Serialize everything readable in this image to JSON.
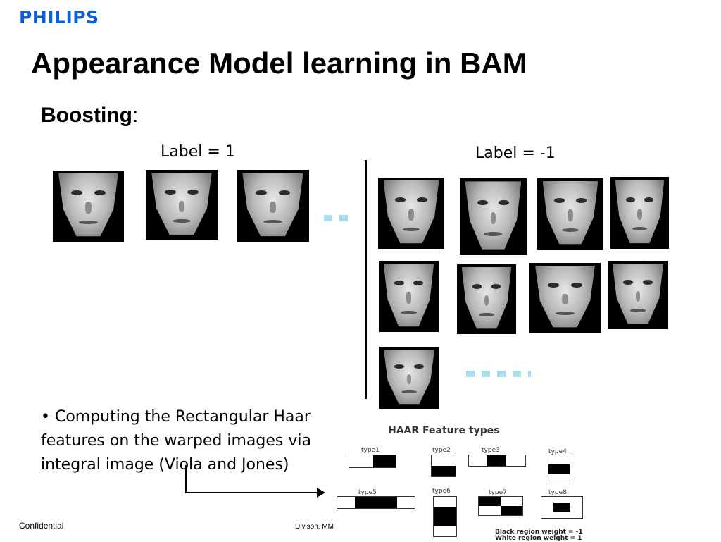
{
  "brand": {
    "logo": "PHILIPS"
  },
  "slide": {
    "title": "Appearance Model learning in BAM",
    "subtitle_bold": "Boosting",
    "subtitle_rest": ":",
    "label_positive": "Label = 1",
    "label_negative": "Label = -1",
    "bullet": "• Computing the  Rectangular Haar features on the warped images via integral image  (Viola and Jones)"
  },
  "haar": {
    "title": "HAAR Feature types",
    "types": [
      "type1",
      "type2",
      "type3",
      "type4",
      "type5",
      "type6",
      "type7",
      "type8"
    ],
    "black_weight": "Black region weight = -1",
    "white_weight": "White region weight = 1"
  },
  "footer": {
    "confidential": "Confidential",
    "division": "Divison, MM"
  },
  "colors": {
    "logo": "#0b5ed7",
    "dots": "#a8dcee"
  }
}
